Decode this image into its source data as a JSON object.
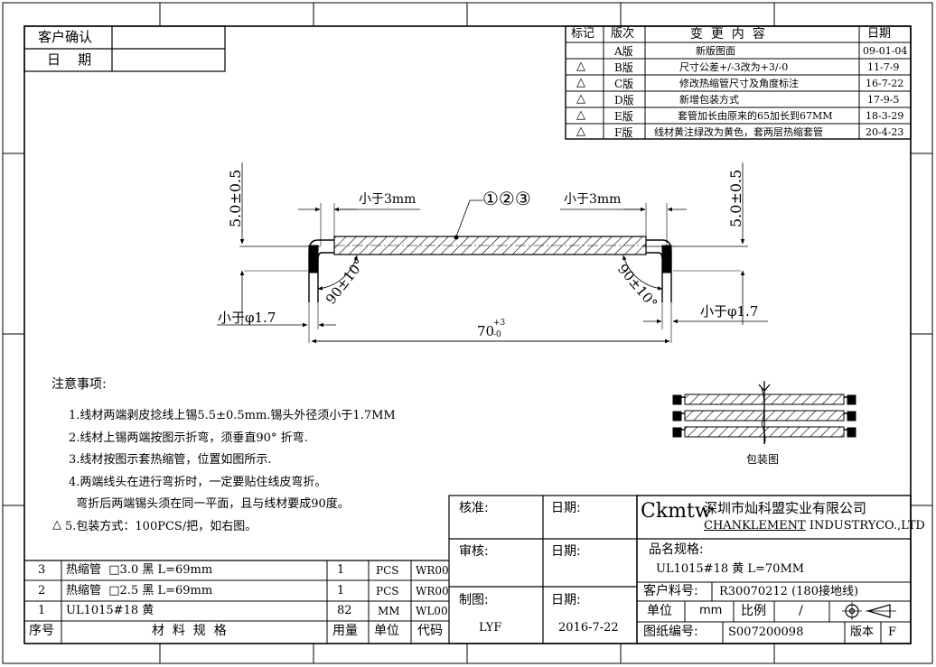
{
  "customer_box": {
    "confirm_label": "客户确认",
    "date_label": "日    期"
  },
  "revision_table": {
    "headers": {
      "mark": "标记",
      "version": "版次",
      "content": "变  更  内  容",
      "date": "日期"
    },
    "rows": [
      {
        "mark": "",
        "version": "A版",
        "content": "新版图面",
        "date": "09-01-04"
      },
      {
        "mark": "△",
        "version": "B版",
        "content": "尺寸公差+/-3改为+3/-0",
        "date": "11-7-9"
      },
      {
        "mark": "△",
        "version": "C版",
        "content": "修改热缩管尺寸及角度标注",
        "date": "16-7-22"
      },
      {
        "mark": "△",
        "version": "D版",
        "content": "新增包装方式",
        "date": "17-9-5"
      },
      {
        "mark": "△",
        "version": "E版",
        "content": "套管加长由原来的65加长到67MM",
        "date": "18-3-29"
      },
      {
        "mark": "△",
        "version": "F版",
        "content": "线材黄注绿改为黄色，套两层热缩套管",
        "date": "20-4-23"
      }
    ]
  },
  "drawing": {
    "dim_left_vertical": "5.0±0.5",
    "dim_right_vertical": "5.0±0.5",
    "strip_left": "小于3mm",
    "strip_right": "小于3mm",
    "callout": "①②③",
    "angle_left": "90±10°",
    "angle_right": "90±10°",
    "dia_left": "小于φ1.7",
    "dia_right": "小于φ1.7",
    "length_main": "70",
    "length_tol_upper": "+3",
    "length_tol_lower": "-0"
  },
  "packing": {
    "caption": "包装图"
  },
  "notes": {
    "title": "注意事项:",
    "items": [
      "1.线材两端剥皮捻线上锡5.5±0.5mm.锡头外径须小于1.7MM",
      "2.线材上锡两端按图示折弯，须垂直90° 折弯.",
      "3.线材按图示套热缩管，位置如图所示.",
      "4.两端线头在进行弯折时，一定要贴住线皮弯折。",
      "  弯折后两端锡头须在同一平面，且与线材要成90度。",
      "5.包装方式：100PCS/把，如右图。"
    ],
    "item5_mark": "△"
  },
  "bom": {
    "headers": {
      "no": "序号",
      "spec": "材  料  规  格",
      "qty": "用量",
      "unit": "单位",
      "code": "代码"
    },
    "rows": [
      {
        "no": "3",
        "spec": "热缩管  □3.0 黑 L=69mm",
        "qty": "1",
        "unit": "PCS",
        "code": "WR00"
      },
      {
        "no": "2",
        "spec": "热缩管  □2.5 黑 L=69mm",
        "qty": "1",
        "unit": "PCS",
        "code": "WR00"
      },
      {
        "no": "1",
        "spec": "UL1015#18 黄",
        "qty": "82",
        "unit": "MM",
        "code": "WL00"
      }
    ]
  },
  "approval": {
    "check_label": "核准:",
    "review_label": "审核:",
    "draw_label": "制图:",
    "date_label": "日期:",
    "drawer": "LYF",
    "draw_date": "2016-7-22"
  },
  "title_block": {
    "logo": "Ckmtw",
    "company_cn": "深圳市灿科盟实业有限公司",
    "company_en_underlined": "CHANKLEMENT",
    "company_en_rest": " INDUSTRYCO.,LTD",
    "product_label": "品名规格:",
    "product_value": "UL1015#18 黄 L=70MM",
    "part_label": "客户料号:",
    "part_value": "R30070212 (180接地线)",
    "unit_label": "单位",
    "unit_value": "mm",
    "scale_label": "比例",
    "scale_value": "/",
    "drawing_no_label": "图纸编号:",
    "drawing_no_value": "S007200098",
    "version_label": "版本",
    "version_value": "F"
  }
}
